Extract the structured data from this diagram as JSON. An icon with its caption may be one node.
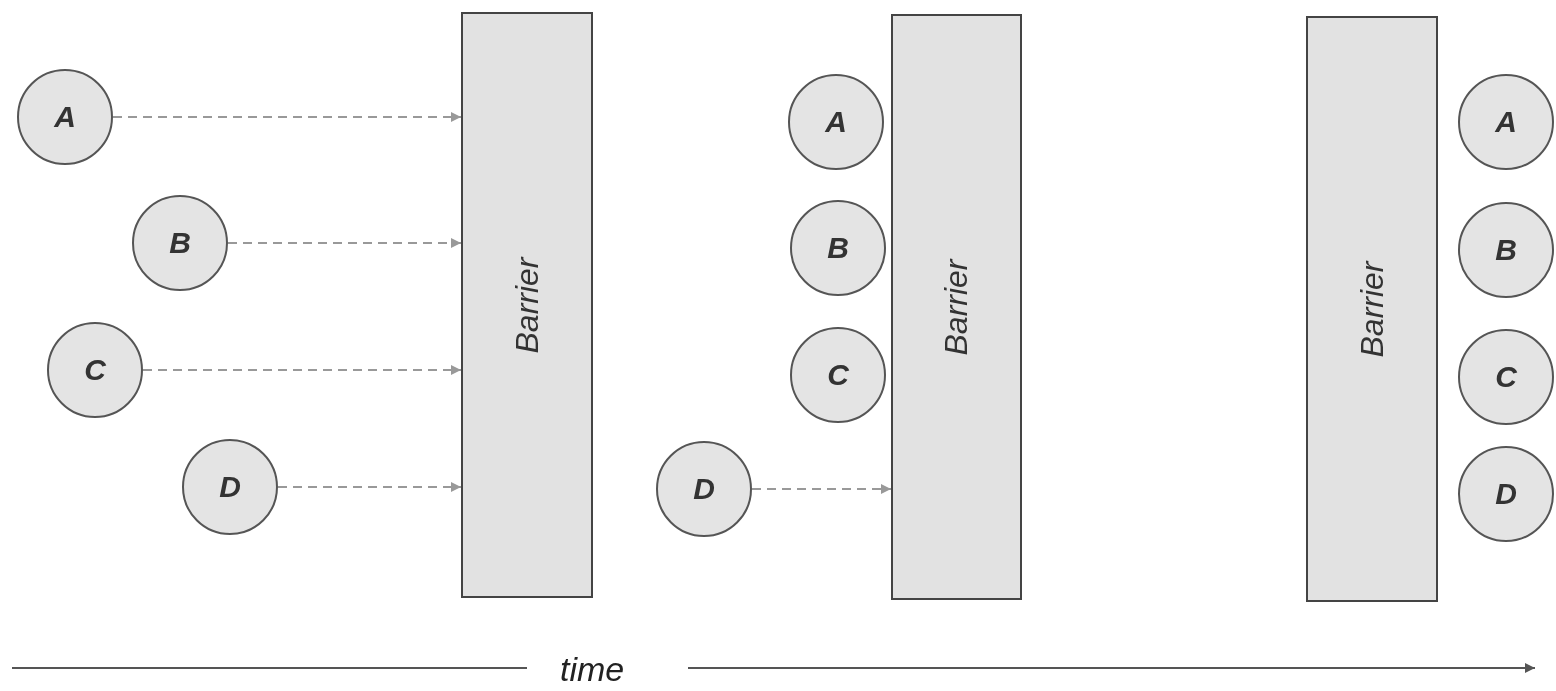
{
  "diagram": {
    "nodes": [
      {
        "text": [
          "A"
        ]
      },
      {
        "text": [
          "B"
        ]
      },
      {
        "text": [
          "C"
        ]
      },
      {
        "text": [
          "D"
        ]
      },
      {
        "text": [
          "Barrier"
        ]
      },
      {
        "text": [
          "A"
        ]
      },
      {
        "text": [
          "B"
        ]
      },
      {
        "text": [
          "C"
        ]
      },
      {
        "text": [
          "D"
        ]
      },
      {
        "text": [
          "Barrier"
        ]
      },
      {
        "text": [
          "Barrier"
        ]
      },
      {
        "text": [
          "A"
        ]
      },
      {
        "text": [
          "B"
        ]
      },
      {
        "text": [
          "C"
        ]
      },
      {
        "text": [
          "D"
        ]
      }
    ],
    "edges": [
      {
        "from": 0,
        "to": 4,
        "arrow": "to",
        "style": "dashed"
      },
      {
        "from": 1,
        "to": 4,
        "arrow": "to",
        "style": "dashed"
      },
      {
        "from": 2,
        "to": 4,
        "arrow": "to",
        "style": "dashed"
      },
      {
        "from": 3,
        "to": 4,
        "arrow": "to",
        "style": "dashed"
      },
      {
        "from": 8,
        "to": 9,
        "arrow": "to",
        "style": "dashed"
      }
    ],
    "labels": [
      "time"
    ]
  }
}
